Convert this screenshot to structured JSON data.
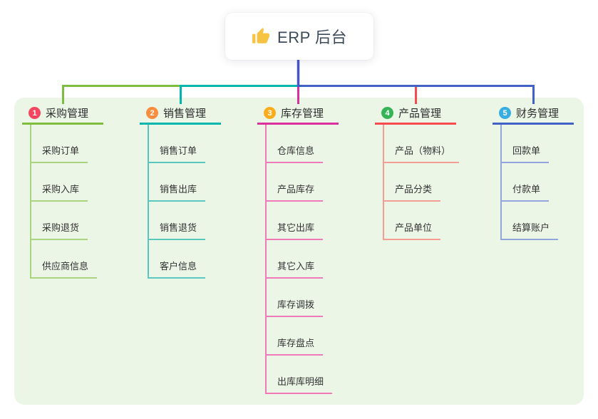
{
  "root_node": {
    "icon": "thumbs-up-icon",
    "label": "ERP 后台"
  },
  "colors": {
    "panel_background": "#ECF6E7",
    "root_connector": "#4656C6",
    "root_text": "#3d4a5a",
    "thumb_icon": "#F7C343"
  },
  "branches": [
    {
      "badge": "1",
      "label": "采购管理",
      "badge_color": "#F4465F",
      "line_color": "#7DBE3F",
      "child_line_color": "#A9D37F",
      "children": [
        "采购订单",
        "采购入库",
        "采购退货",
        "供应商信息"
      ]
    },
    {
      "badge": "2",
      "label": "销售管理",
      "badge_color": "#F98C3D",
      "line_color": "#00B7AD",
      "child_line_color": "#5BC8C0",
      "children": [
        "销售订单",
        "销售出库",
        "销售退货",
        "客户信息"
      ]
    },
    {
      "badge": "3",
      "label": "库存管理",
      "badge_color": "#FBAC1A",
      "line_color": "#DC2F9E",
      "child_line_color": "#F07AB9",
      "children": [
        "仓库信息",
        "产品库存",
        "其它出库",
        "其它入库",
        "库存调拨",
        "库存盘点",
        "出库库明细"
      ]
    },
    {
      "badge": "4",
      "label": "产品管理",
      "badge_color": "#35B457",
      "line_color": "#F64A4F",
      "child_line_color": "#F59C95",
      "children": [
        "产品（物料）",
        "产品分类",
        "产品单位"
      ]
    },
    {
      "badge": "5",
      "label": "财务管理",
      "badge_color": "#38ADE3",
      "line_color": "#4161C6",
      "child_line_color": "#92A5DC",
      "children": [
        "回款单",
        "付款单",
        "结算账户"
      ]
    }
  ]
}
